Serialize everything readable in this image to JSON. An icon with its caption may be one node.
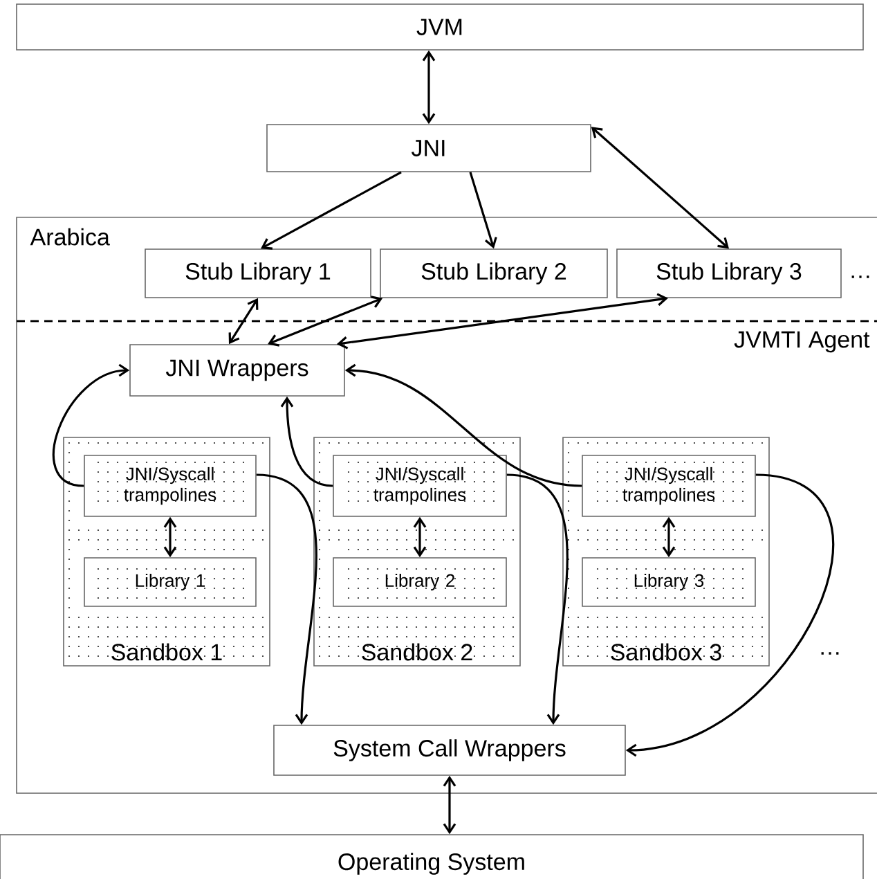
{
  "diagram": {
    "nodes": [
      {
        "text": [
          "JVM"
        ]
      },
      {
        "text": [
          "JNI"
        ]
      },
      {
        "text": [
          "Arabica"
        ]
      },
      {
        "text": [
          "Stub Library 1"
        ],
        "in": 2
      },
      {
        "text": [
          "Stub Library 2"
        ],
        "in": 2
      },
      {
        "text": [
          "Stub Library 3"
        ],
        "in": 2
      },
      {
        "text": [
          "JNI Wrappers"
        ],
        "in": 2
      },
      {
        "text": [
          "Sandbox 1"
        ],
        "in": 2
      },
      {
        "text": [
          "JNI/Syscall trampolines"
        ],
        "in": 7
      },
      {
        "text": [
          "Library 1"
        ],
        "in": 7
      },
      {
        "text": [
          "Sandbox 2"
        ],
        "in": 2
      },
      {
        "text": [
          "JNI/Syscall trampolines"
        ],
        "in": 10
      },
      {
        "text": [
          "Library 2"
        ],
        "in": 10
      },
      {
        "text": [
          "Sandbox 3"
        ],
        "in": 2
      },
      {
        "text": [
          "JNI/Syscall trampolines"
        ],
        "in": 13
      },
      {
        "text": [
          "Library 3"
        ],
        "in": 13
      },
      {
        "text": [
          "System Call Wrappers"
        ],
        "in": 2
      },
      {
        "text": [
          "Operating System"
        ]
      }
    ],
    "edges": [
      {
        "from": 0,
        "to": 1,
        "arrow": "both"
      },
      {
        "from": 1,
        "to": 3,
        "arrow": "to"
      },
      {
        "from": 1,
        "to": 4,
        "arrow": "to"
      },
      {
        "from": 1,
        "to": 5,
        "arrow": "both"
      },
      {
        "from": 3,
        "to": 6,
        "arrow": "both"
      },
      {
        "from": 4,
        "to": 6,
        "arrow": "both"
      },
      {
        "from": 5,
        "to": 6,
        "arrow": "both"
      },
      {
        "from": 8,
        "to": 6,
        "arrow": "to"
      },
      {
        "from": 11,
        "to": 6,
        "arrow": "to"
      },
      {
        "from": 14,
        "to": 6,
        "arrow": "to"
      },
      {
        "from": 8,
        "to": 9,
        "arrow": "both"
      },
      {
        "from": 11,
        "to": 12,
        "arrow": "both"
      },
      {
        "from": 14,
        "to": 15,
        "arrow": "both"
      },
      {
        "from": 8,
        "to": 16,
        "arrow": "to"
      },
      {
        "from": 11,
        "to": 16,
        "arrow": "to"
      },
      {
        "from": 14,
        "to": 16,
        "arrow": "to"
      },
      {
        "from": 16,
        "to": 17,
        "arrow": "both"
      }
    ],
    "labels": [
      "…",
      "JVMTI Agent",
      "…"
    ]
  }
}
